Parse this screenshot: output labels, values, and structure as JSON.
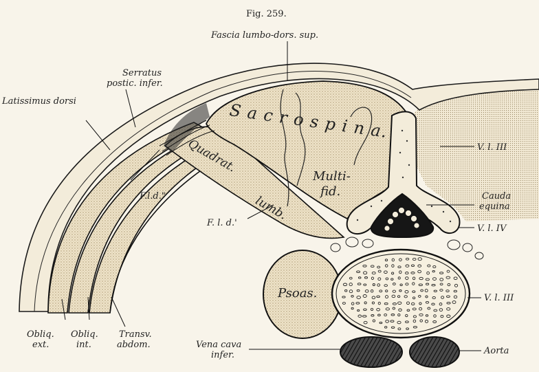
{
  "figure": {
    "caption": "Fig. 259.",
    "labels": {
      "fascia": "Fascia lumbo-dors. sup.",
      "serratus_1": "Serratus",
      "serratus_2": "postic. infer.",
      "latissimus": "Latissimus dorsi",
      "fld2": "F.l.d.\"",
      "fld1": "F. l. d.'",
      "vl3_top": "V. l. III",
      "cauda_1": "Cauda",
      "cauda_2": "equina",
      "vl4": "V. l. IV",
      "vl3_body": "V. l. III",
      "aorta": "Aorta",
      "vena_1": "Vena cava",
      "vena_2": "infer.",
      "obliq_ext_1": "Obliq.",
      "obliq_ext_2": "ext.",
      "obliq_int_1": "Obliq.",
      "obliq_int_2": "int.",
      "transv_1": "Transv.",
      "transv_2": "abdom."
    },
    "inner_labels": {
      "sacrospin": "S a c r o s p i n a.",
      "quadrat": "Quadrat.",
      "lumb": "lumb.",
      "multi_1": "Multi-",
      "multi_2": "fid.",
      "psoas": "Psoas."
    }
  }
}
